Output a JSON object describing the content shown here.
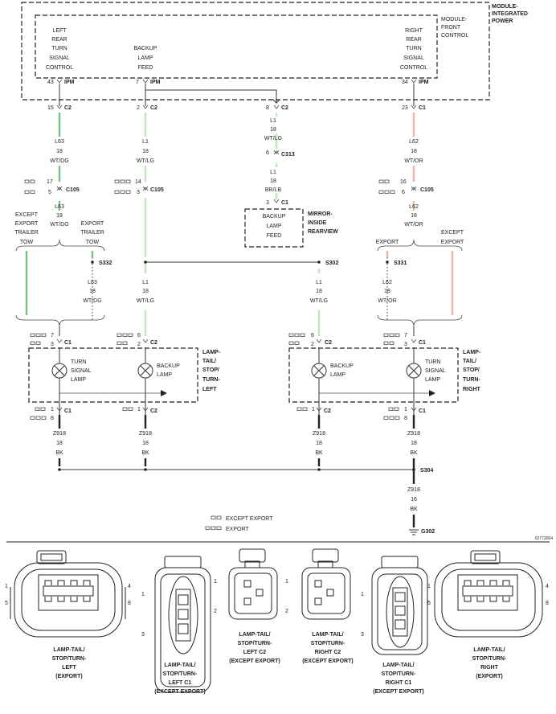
{
  "module": {
    "title": [
      "MODULE-",
      "INTEGRATED",
      "POWER"
    ],
    "outputs": [
      {
        "lines": [
          "LEFT",
          "REAR",
          "TURN",
          "SIGNAL",
          "CONTROL"
        ],
        "pin": "43",
        "conn": "IPM"
      },
      {
        "lines": [
          "BACKUP",
          "LAMP",
          "FEED"
        ],
        "pin": "7",
        "conn": "IPM"
      },
      {
        "lines": [
          "RIGHT",
          "REAR",
          "TURN",
          "SIGNAL",
          "CONTROL"
        ],
        "pin": "34",
        "conn": "IPM"
      }
    ],
    "front_control": [
      "MODULE-",
      "FRONT",
      "CONTROL"
    ]
  },
  "wire_colors": {
    "dg": "#7cbf88",
    "lg": "#bde8bd",
    "or": "#edb49e",
    "bk": "#222222"
  },
  "top_pins": [
    {
      "pin": "15",
      "conn": "C2"
    },
    {
      "pin": "2",
      "conn": "C2"
    },
    {
      "pin": "8",
      "conn": "C2"
    },
    {
      "pin": "23",
      "conn": "C1"
    }
  ],
  "wires": {
    "l63": [
      "L63",
      "18",
      "WT/DG"
    ],
    "l1": [
      "L1",
      "18",
      "WT/LG"
    ],
    "l1c": [
      "L1",
      "18",
      "WT/LG"
    ],
    "l1m": [
      "L1",
      "18",
      "BR/LB"
    ],
    "l62": [
      "L62",
      "18",
      "WT/OR"
    ],
    "l63b": [
      "L63",
      "18",
      "WT/DG"
    ],
    "l62b": [
      "L62",
      "18",
      "WT/OR"
    ],
    "l63c": [
      "L63",
      "18",
      "WT/DG"
    ],
    "l1d": [
      "L1",
      "18",
      "WT/LG"
    ],
    "l1e": [
      "L1",
      "18",
      "WT/LG"
    ],
    "l62c": [
      "L62",
      "18",
      "WT/OR"
    ],
    "z1": [
      "Z918",
      "18",
      "BK"
    ],
    "z2": [
      "Z918",
      "18",
      "BK"
    ],
    "z3": [
      "Z918",
      "18",
      "BK"
    ],
    "z4": [
      "Z918",
      "18",
      "BK"
    ],
    "z5": [
      "Z918",
      "16",
      "BK"
    ]
  },
  "c313": {
    "pin": "6",
    "conn": "C313"
  },
  "c105": {
    "left": [
      "17",
      "5"
    ],
    "mid": [
      "14",
      "3"
    ],
    "right": [
      "16",
      "6"
    ],
    "label": "C105"
  },
  "mirror": {
    "pin": "3",
    "conn": "C1",
    "box": [
      "BACKUP",
      "LAMP",
      "FEED"
    ],
    "title": [
      "MIRROR-",
      "INSIDE",
      "REARVIEW"
    ]
  },
  "branch_labels": {
    "except_left": [
      "EXCEPT",
      "EXPORT",
      "TRAILER",
      "TOW"
    ],
    "export_left": [
      "EXPORT",
      "TRAILER",
      "TOW"
    ],
    "export_right": "EXPORT",
    "except_right": [
      "EXCEPT",
      "EXPORT"
    ]
  },
  "splices": {
    "s332": "S332",
    "s302": "S302",
    "s331": "S331",
    "s304": "S304"
  },
  "lamp_pins_top": [
    {
      "pins": [
        "7",
        "3"
      ],
      "conn": "C1"
    },
    {
      "pins": [
        "6",
        "2"
      ],
      "conn": "C2"
    },
    {
      "pins": [
        "6",
        "2"
      ],
      "conn": "C2"
    },
    {
      "pins": [
        "7",
        "3"
      ],
      "conn": "C1"
    }
  ],
  "lamp_pins_bottom": [
    {
      "pins": [
        "1",
        "8"
      ],
      "conn": "C1"
    },
    {
      "pins": [
        "1"
      ],
      "conn": "C2"
    },
    {
      "pins": [
        "1"
      ],
      "conn": "C2"
    },
    {
      "pins": [
        "1",
        "8"
      ],
      "conn": "C1"
    }
  ],
  "lamps": {
    "turn_left": [
      "TURN",
      "SIGNAL",
      "LAMP"
    ],
    "backup_left": [
      "BACKUP",
      "LAMP"
    ],
    "backup_right": [
      "BACKUP",
      "LAMP"
    ],
    "turn_right": [
      "TURN",
      "SIGNAL",
      "LAMP"
    ]
  },
  "assemblies": {
    "left": [
      "LAMP-",
      "TAIL/",
      "STOP/",
      "TURN-",
      "LEFT"
    ],
    "right": [
      "LAMP-",
      "TAIL/",
      "STOP/",
      "TURN-",
      "RIGHT"
    ]
  },
  "ground": "G302",
  "legend": {
    "except_export": "EXCEPT EXPORT",
    "export": "EXPORT"
  },
  "figure_id": "02773064",
  "connector_views": [
    {
      "lines": [
        "LAMP-TAIL/",
        "STOP/TURN-",
        "LEFT",
        "(EXPORT)"
      ],
      "pins": [
        "1",
        "5",
        "4",
        "8"
      ]
    },
    {
      "lines": [
        "LAMP-TAIL/",
        "STOP/TURN-",
        "LEFT C1",
        "(EXCEPT EXPORT)"
      ],
      "pins": [
        "1",
        "3"
      ]
    },
    {
      "lines": [
        "LAMP-TAIL/",
        "STOP/TURN-",
        "LEFT C2",
        "(EXCEPT EXPORT)"
      ],
      "pins": [
        "1",
        "2"
      ]
    },
    {
      "lines": [
        "LAMP-TAIL/",
        "STOP/TURN-",
        "RIGHT C2",
        "(EXCEPT EXPORT)"
      ],
      "pins": [
        "1",
        "2"
      ]
    },
    {
      "lines": [
        "LAMP-TAIL/",
        "STOP/TURN-",
        "RIGHT C1",
        "(EXCEPT EXPORT)"
      ],
      "pins": [
        "1",
        "3"
      ]
    },
    {
      "lines": [
        "LAMP-TAIL/",
        "STOP/TURN-",
        "RIGHT",
        "(EXPORT)"
      ],
      "pins": [
        "1",
        "5",
        "4",
        "8"
      ]
    }
  ]
}
